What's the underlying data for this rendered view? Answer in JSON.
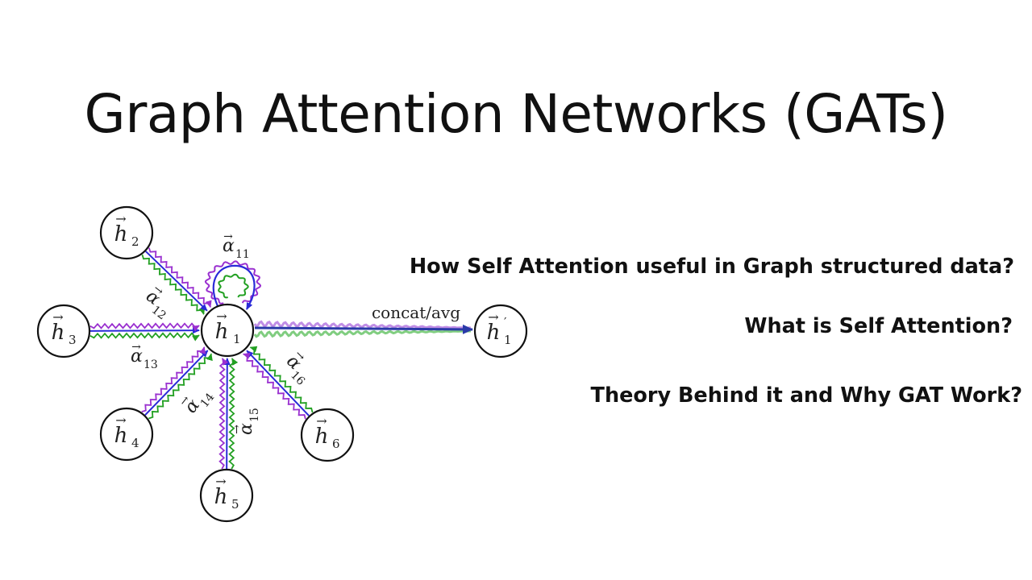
{
  "slide": {
    "title": "Graph Attention Networks (GATs)",
    "questions": [
      "How Self Attention useful in Graph structured data?",
      "What is Self Attention?",
      "Theory Behind it and Why GAT Work?"
    ]
  },
  "diagram": {
    "center_node": {
      "label": "h",
      "sub": "1"
    },
    "neighbor_nodes": [
      {
        "label": "h",
        "sub": "2"
      },
      {
        "label": "h",
        "sub": "3"
      },
      {
        "label": "h",
        "sub": "4"
      },
      {
        "label": "h",
        "sub": "5"
      },
      {
        "label": "h",
        "sub": "6"
      }
    ],
    "output_node": {
      "label": "h",
      "sub": "1",
      "prime": "′"
    },
    "attention_labels": [
      {
        "label": "α",
        "sub": "11"
      },
      {
        "label": "α",
        "sub": "12"
      },
      {
        "label": "α",
        "sub": "13"
      },
      {
        "label": "α",
        "sub": "14"
      },
      {
        "label": "α",
        "sub": "15"
      },
      {
        "label": "α",
        "sub": "16"
      }
    ],
    "aggregation_label": "concat/avg",
    "colors": {
      "head1": "#22a022",
      "head2": "#2a2ad8",
      "head3": "#9a30d0"
    }
  }
}
